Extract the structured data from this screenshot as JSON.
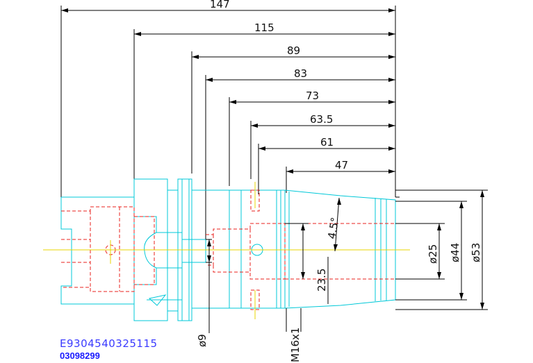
{
  "dimensions": {
    "len_147": "147",
    "len_115": "115",
    "len_89": "89",
    "len_83": "83",
    "len_73": "73",
    "len_63_5": "63.5",
    "len_61": "61",
    "len_47": "47",
    "angle": "4.5°",
    "len_23_5": "23.5",
    "dia_25": "ø25",
    "dia_44": "ø44",
    "dia_53": "ø53",
    "dia_9": "ø9",
    "thread": "M16x1"
  },
  "labels": {
    "part_code": "E9304540325115",
    "order_code": "03098299"
  },
  "colors": {
    "outline": "#00c8d8",
    "hidden": "#e8201c",
    "centerline": "#e8d400",
    "dimension": "#000000",
    "label": "#3a3aff"
  }
}
